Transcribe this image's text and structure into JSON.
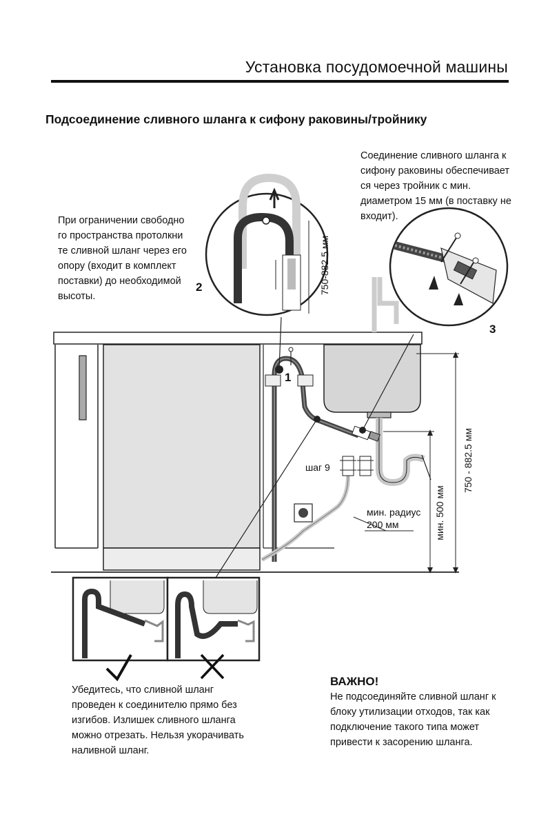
{
  "header": {
    "title": "Установка посудомоечной машины"
  },
  "section": {
    "title": "Подсоединение сливного шланга к сифону раковины/тройнику"
  },
  "notes": {
    "left": "При ограничении свободно\nго пространства протолкни\nте сливной шланг через его\nопору (входит в комплект\nпоставки) до необходимой\nвысоты.",
    "right": "Соединение сливного шланга к\nсифону раковины обеспечивает\nся через тройник с мин.\nдиаметром 15 мм (в поставку не\nвходит).",
    "bottom": "Убедитесь, что сливной шланг\nпроведен к соединителю прямо без\nизгибов. Излишек сливного шланга\nможно отрезать. Нельзя укорачивать\nналивной шланг."
  },
  "warning": {
    "title": "ВАЖНО!",
    "text": "Не подсоединяйте сливной шланг к\nблоку утилизации отходов, так как\nподключение такого типа может\nпривести к засорению шланга."
  },
  "diagram": {
    "callout_1": "1",
    "callout_2": "2",
    "callout_3": "3",
    "step_label": "шаг 9",
    "radius_label_1": "мин. радиус",
    "radius_label_2": "200 мм",
    "height_label_detail": "750-882.5 мм",
    "height_label_total": "750 - 882.5 мм",
    "height_label_min": "мин. 500 мм"
  }
}
